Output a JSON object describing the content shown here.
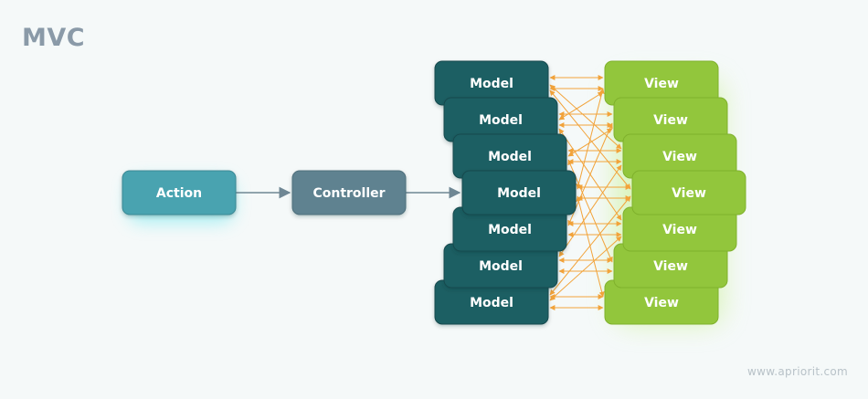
{
  "title": "MVC",
  "watermark": "www.apriorit.com",
  "nodes": {
    "action": "Action",
    "controller": "Controller",
    "models": [
      "Model",
      "Model",
      "Model",
      "Model",
      "Model",
      "Model",
      "Model"
    ],
    "views": [
      "View",
      "View",
      "View",
      "View",
      "View",
      "View",
      "View"
    ]
  },
  "colors": {
    "background": "#f5f9f9",
    "action": "#4aa3b0",
    "action_glow": "#6ee8ef",
    "controller": "#5f8290",
    "model": "#1d5e63",
    "view": "#92c63c",
    "view_glow": "#c6f08a",
    "flow_arrow": "#6f8794",
    "connection_arrow": "#f2a33a"
  },
  "edges": [
    {
      "from": "action",
      "to": "controller"
    },
    {
      "from": "controller",
      "to": "model-4"
    }
  ]
}
